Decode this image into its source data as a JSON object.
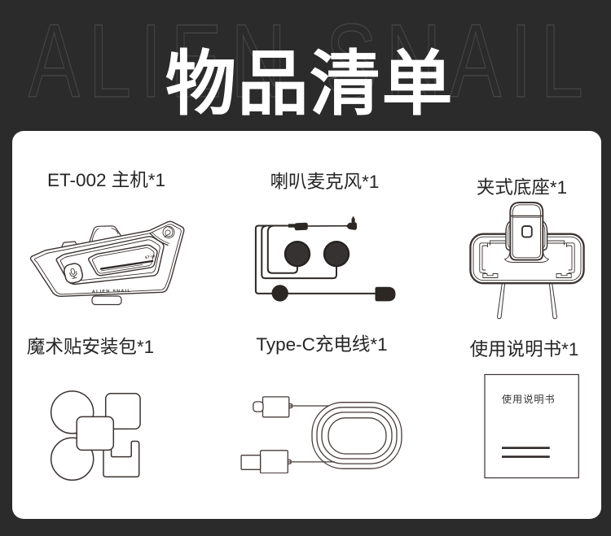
{
  "page": {
    "background": "#2b2b2b",
    "card_background": "#ffffff",
    "line_art_color": "#3a3331",
    "accent_dark_fill": "#2c2725"
  },
  "header": {
    "watermark": "ALIEN SNAIL",
    "title": "物品清单"
  },
  "items": [
    {
      "id": "main-unit",
      "label": "ET-002 主机*1"
    },
    {
      "id": "speaker-microphone",
      "label": "喇叭麦克风*1"
    },
    {
      "id": "clip-base",
      "label": "夹式底座*1"
    },
    {
      "id": "velcro-kit",
      "label": "魔术贴安装包*1"
    },
    {
      "id": "type-c-cable",
      "label": "Type-C充电线*1"
    },
    {
      "id": "user-manual",
      "label": "使用说明书*1"
    }
  ],
  "device_art": {
    "brand": "ALIEN SNAIL",
    "badge": "ET-02"
  },
  "manual_art": {
    "title": "使用说明书"
  }
}
